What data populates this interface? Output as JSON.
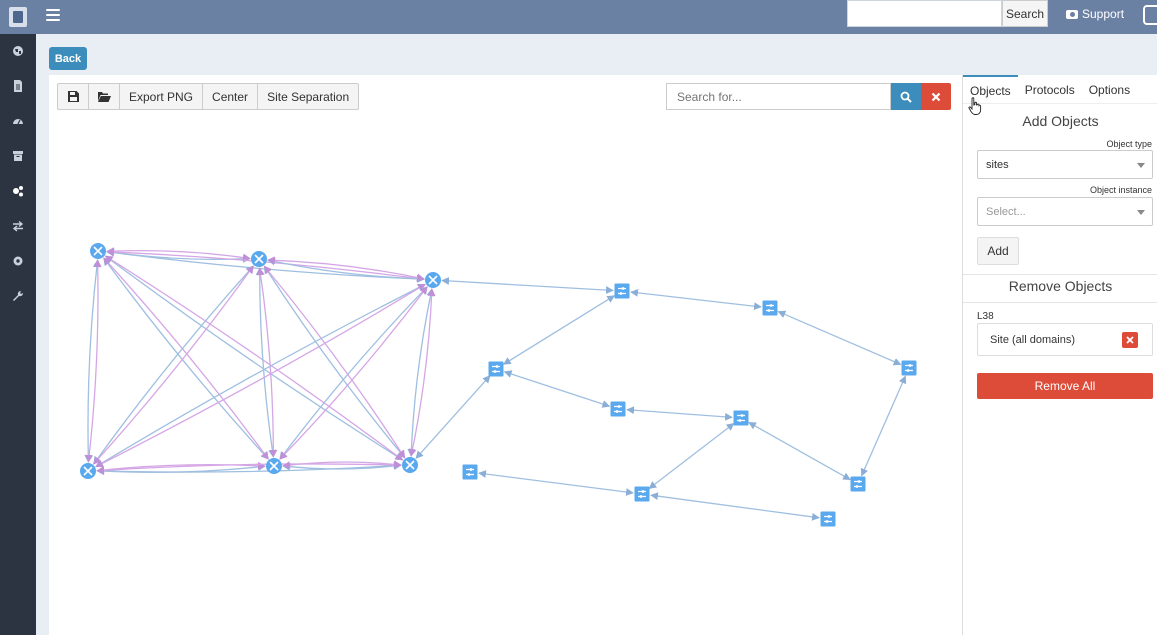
{
  "header": {
    "search_placeholder": "",
    "search_button": "Search",
    "support_label": "Support"
  },
  "sidebar": {
    "items": [
      {
        "icon": "globe-icon"
      },
      {
        "icon": "document-icon"
      },
      {
        "icon": "dashboard-icon"
      },
      {
        "icon": "archive-icon"
      },
      {
        "icon": "network-icon",
        "active": true
      },
      {
        "icon": "swap-icon"
      },
      {
        "icon": "gear-icon"
      },
      {
        "icon": "wrench-icon"
      }
    ]
  },
  "back_label": "Back",
  "toolbar": {
    "save_icon": "save-icon",
    "open_icon": "folder-open-icon",
    "export_label": "Export PNG",
    "center_label": "Center",
    "site_separation_label": "Site Separation"
  },
  "graph_search": {
    "placeholder": "Search for..."
  },
  "colors": {
    "accent": "#3c8dbc",
    "danger": "#dd4b39",
    "node": "#5aa9ee",
    "edge_blue": "#9fbfe0",
    "edge_purple": "#d5a6e6",
    "topbar": "#6b81a3",
    "sidebar": "#2c3441"
  },
  "right_panel": {
    "tabs": [
      {
        "label": "Objects",
        "active": true
      },
      {
        "label": "Protocols",
        "active": false
      },
      {
        "label": "Options",
        "active": false
      }
    ],
    "add_title": "Add Objects",
    "object_type_label": "Object type",
    "object_type_value": "sites",
    "object_instance_label": "Object instance",
    "object_instance_placeholder": "Select...",
    "add_button": "Add",
    "remove_title": "Remove Objects",
    "group_label": "L38",
    "remove_item_label": "Site (all domains)",
    "remove_all_button": "Remove All"
  }
}
